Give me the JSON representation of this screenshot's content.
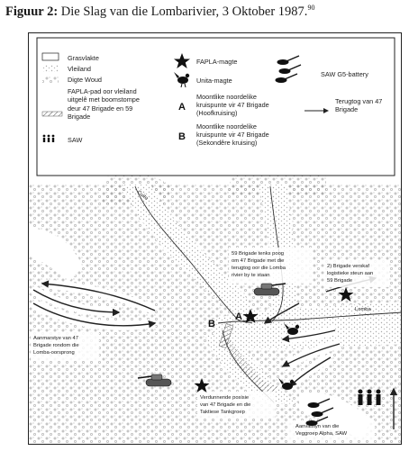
{
  "caption": {
    "label": "Figuur 2:",
    "text": "Die Slag van die Lombarivier, 3 Oktober 1987.",
    "footnote": "90"
  },
  "legend": {
    "grassland": "Grasvlakte",
    "floodplain": "Vleiland",
    "dense_forest": "Digte Woud",
    "fapla_path_line1": "FAPLA-pad oor vleiland",
    "fapla_path_line2": "uitgelê met boomstompe",
    "fapla_path_line3": "deur 47 Brigade en 59",
    "fapla_path_line4": "Brigade",
    "saw": "SAW",
    "fapla_forces": "FAPLA-magte",
    "unita_forces": "Unita-magte",
    "crossing_a_letter": "A",
    "crossing_a_line1": "Moontlike noordelike",
    "crossing_a_line2": "kruispunte vir 47 Brigade",
    "crossing_a_line3": "(Hoofkruising)",
    "crossing_b_letter": "B",
    "crossing_b_line1": "Moontlike noordelike",
    "crossing_b_line2": "kruispunte vir 47 Brigade",
    "crossing_b_line3": "(Sekondêre kruising)",
    "g5_battery": "SAW G5-battery",
    "retreat_line1": "Terugtog van 47",
    "retreat_line2": "Brigade"
  },
  "map": {
    "river_cuito": "Cuito",
    "river_lomba": "Lomba",
    "point_a": "A",
    "point_b": "B",
    "note_59_line1": "59 Brigade tenks poog",
    "note_59_line2": "om 47 Brigade met die",
    "note_59_line3": "terugtog oor die Lomba",
    "note_59_line4": "rivier by te staan",
    "note_log_line1": "2) Brigade verskaf",
    "note_log_line2": "logistieke steun aan",
    "note_log_line3": "59 Brigade",
    "note_attack_line1": "Aanmarstye van 47",
    "note_attack_line2": "Brigade rondom die",
    "note_attack_line3": "Lomba-oorsprong",
    "note_final_line1": "Verdunnende posisie",
    "note_final_line2": "van 47 Brigade en die",
    "note_final_line3": "Taktiese Tankgroep",
    "note_sadf_line1": "Aanvalslyn van die",
    "note_sadf_line2": "Veggroep Alpha, SAW"
  }
}
